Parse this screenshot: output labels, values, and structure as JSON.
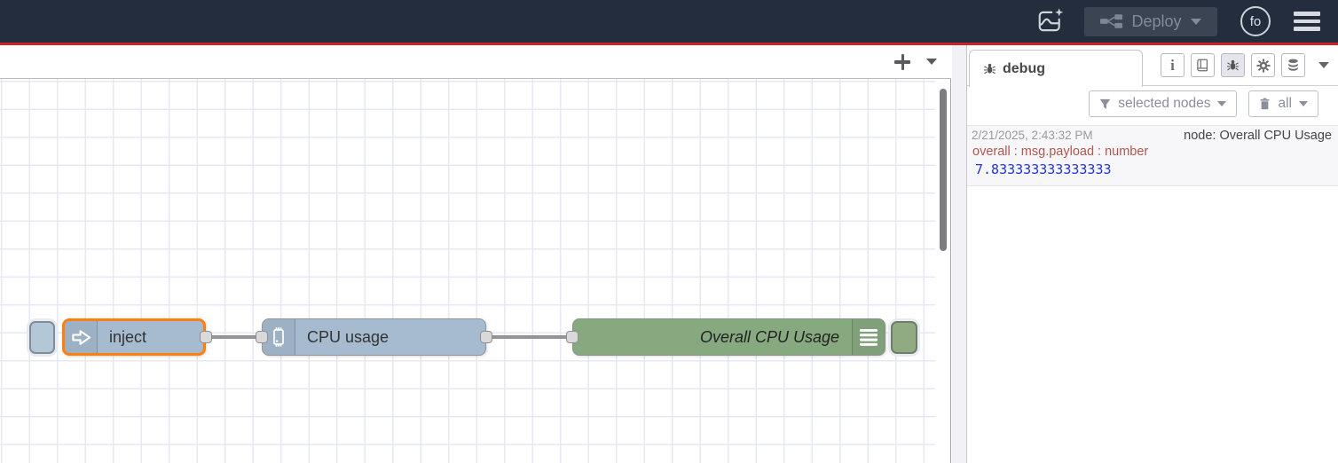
{
  "header": {
    "deploy_label": "Deploy",
    "avatar_initials": "fo"
  },
  "flow": {
    "nodes": [
      {
        "label": "inject",
        "type": "inject",
        "color": "#a6bbcf",
        "selected": true
      },
      {
        "label": "CPU usage",
        "type": "cpu",
        "color": "#a6bbcf",
        "selected": false
      },
      {
        "label": "Overall CPU Usage",
        "type": "debug",
        "color": "#87a980",
        "selected": false
      }
    ]
  },
  "sidebar": {
    "tab_label": "debug",
    "filter_button_label": "selected nodes",
    "clear_button_label": "all",
    "messages": [
      {
        "timestamp": "2/21/2025, 2:43:32 PM",
        "source": "node: Overall CPU Usage",
        "property": "overall : msg.payload : number",
        "value": "7.833333333333333"
      }
    ]
  },
  "icons": {
    "info_glyph": "i"
  },
  "colors": {
    "header_bg": "#232d3d",
    "accent_red": "#cf2127",
    "selection_orange": "#ff7f0e",
    "node_blue": "#a6bbcf",
    "node_green": "#87a980",
    "debug_number_blue": "#2033d6",
    "debug_property_red": "#b0564e"
  }
}
